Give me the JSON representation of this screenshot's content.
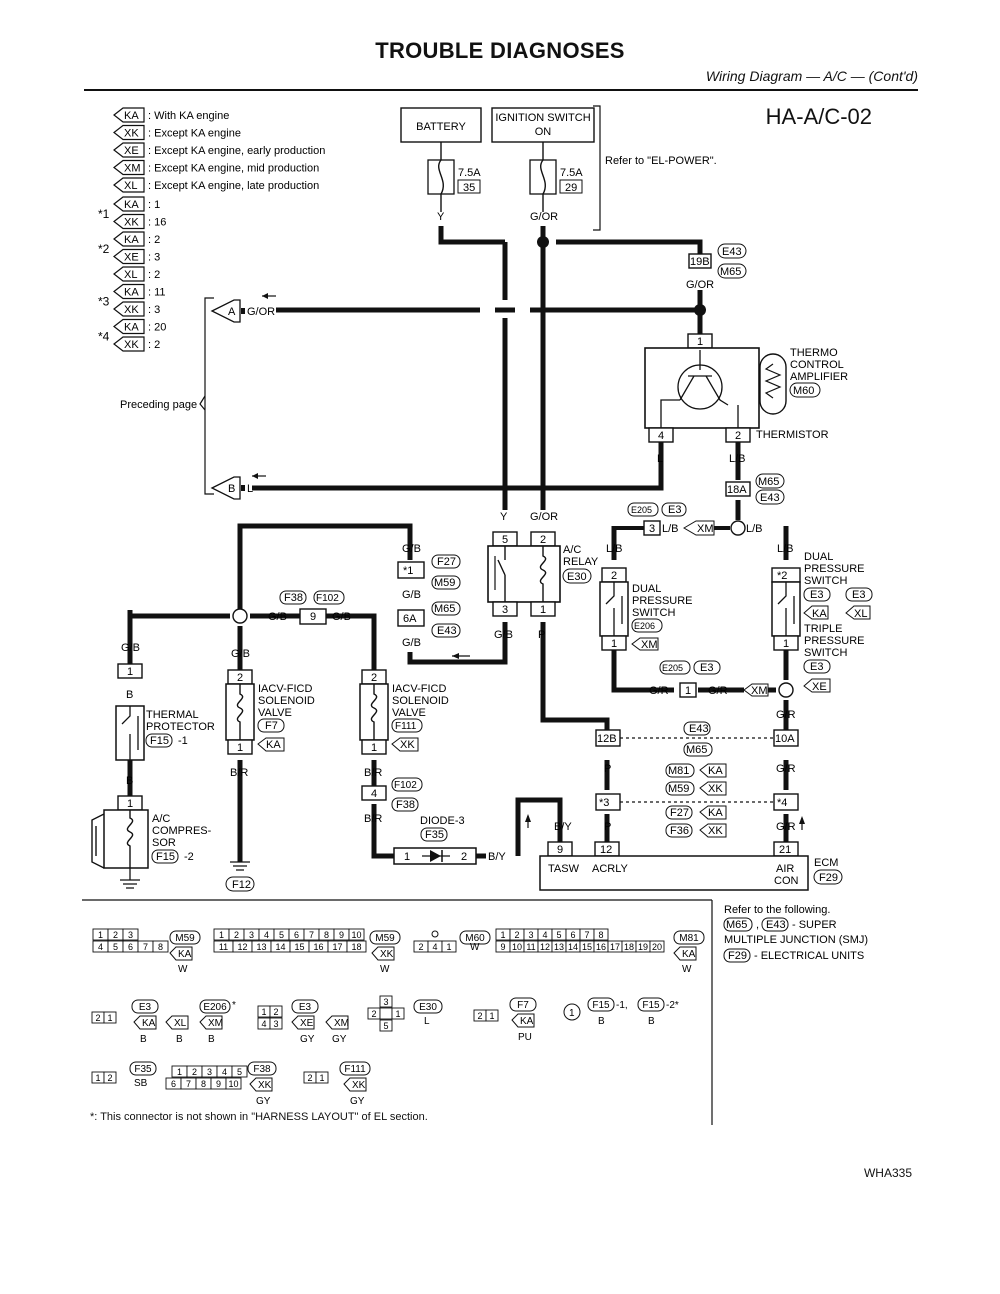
{
  "header": {
    "title": "TROUBLE DIAGNOSES",
    "subtitle": "Wiring Diagram — A/C — (Cont'd)",
    "diagram_id": "HA-A/C-02"
  },
  "legend": [
    {
      "badge": "KA",
      "text": ": With KA engine"
    },
    {
      "badge": "XK",
      "text": ": Except KA engine"
    },
    {
      "badge": "XE",
      "text": ": Except KA engine, early production"
    },
    {
      "badge": "XM",
      "text": ": Except KA engine, mid production"
    },
    {
      "badge": "XL",
      "text": ": Except KA engine, late production"
    }
  ],
  "star_groups": [
    {
      "mark": "*1",
      "rows": [
        {
          "badge": "KA",
          "text": ": 1"
        },
        {
          "badge": "XK",
          "text": ": 16"
        }
      ]
    },
    {
      "mark": "*2",
      "rows": [
        {
          "badge": "KA",
          "text": ": 2"
        },
        {
          "badge": "XE",
          "text": ": 3"
        },
        {
          "badge": "XL",
          "text": ": 2"
        }
      ]
    },
    {
      "mark": "*3",
      "rows": [
        {
          "badge": "KA",
          "text": ": 11"
        },
        {
          "badge": "XK",
          "text": ": 3"
        }
      ]
    },
    {
      "mark": "*4",
      "rows": [
        {
          "badge": "KA",
          "text": ": 20"
        },
        {
          "badge": "XK",
          "text": ": 2"
        }
      ]
    }
  ],
  "power": {
    "battery": "BATTERY",
    "ignition_line1": "IGNITION SWITCH",
    "ignition_line2": "ON",
    "fuse1_rating": "7.5A",
    "fuse1_no": "35",
    "fuse1_wire": "Y",
    "fuse2_rating": "7.5A",
    "fuse2_no": "29",
    "fuse2_wire": "G/OR",
    "refer": "Refer to \"EL-POWER\"."
  },
  "labels": {
    "preceding_page": "Preceding page",
    "conn_a": "A",
    "wire_a": "G/OR",
    "conn_b": "B",
    "wire_b": "L",
    "e43": "E43",
    "m65": "M65",
    "t19b": "19B",
    "w_gor": "G/OR",
    "thermo1": "THERMO",
    "thermo2": "CONTROL",
    "thermo3": "AMPLIFIER",
    "m60": "M60",
    "thermistor": "THERMISTOR",
    "pin1": "1",
    "pin2": "2",
    "pin3": "3",
    "pin4": "4",
    "pin5": "5",
    "pin9": "9",
    "pin12": "12",
    "pin21": "21",
    "w_l": "L",
    "w_lb": "L/B",
    "t18a": "18A",
    "e205": "E205",
    "e3": "E3",
    "xm": "XM",
    "xe": "XE",
    "xk": "XK",
    "xl": "XL",
    "ka": "KA",
    "w_y": "Y",
    "w_gb": "G/B",
    "w_p": "P",
    "w_gr": "G/R",
    "w_b": "B",
    "w_br": "B/R",
    "w_by": "B/Y",
    "relay1": "A/C",
    "relay2": "RELAY",
    "e30": "E30",
    "f27": "F27",
    "m59": "M59",
    "t6a": "6A",
    "star1": "*1",
    "f38": "F38",
    "f102": "F102",
    "dps1": "DUAL",
    "dps2": "PRESSURE",
    "dps3": "SWITCH",
    "e206": "E206",
    "dpsr1": "DUAL",
    "dpsr2": "PRESSURE",
    "dpsr3": "SWITCH",
    "star2": "*2",
    "tps1": "TRIPLE",
    "tps2": "PRESSURE",
    "tps3": "SWITCH",
    "iacv1": "IACV-FICD",
    "iacv2": "SOLENOID",
    "iacv3": "VALVE",
    "f7": "F7",
    "iacvb1": "IACV-FICD",
    "iacvb2": "SOLENOID",
    "iacvb3": "VALVE",
    "f111": "F111",
    "therm1": "THERMAL",
    "therm2": "PROTECTOR",
    "f15": "F15",
    "f15s1": "-1",
    "f15s2": "-2",
    "comp1": "A/C",
    "comp2": "COMPRES-",
    "comp3": "SOR",
    "f12": "F12",
    "diode": "DIODE-3",
    "f35": "F35",
    "t12b": "12B",
    "t10a": "10A",
    "m81": "M81",
    "f36": "F36",
    "star3": "*3",
    "star4": "*4",
    "tasw": "TASW",
    "acrly": "ACRLY",
    "air": "AIR",
    "con": "CON",
    "ecm": "ECM",
    "f29": "F29"
  },
  "refer_box": {
    "line1": "Refer to the following.",
    "m65": "M65",
    "e43": "E43",
    "smj": "- SUPER",
    "smj2": "MULTIPLE JUNCTION (SMJ)",
    "f29": "F29",
    "eu": "- ELECTRICAL UNITS"
  },
  "connectors": {
    "m59_top": [
      "1",
      "2",
      "3"
    ],
    "m59_bot": [
      "4",
      "5",
      "6",
      "7",
      "8"
    ],
    "m59": "M59",
    "m59_v": "KA",
    "m59_c": "W",
    "big_top": [
      "1",
      "2",
      "3",
      "4",
      "5",
      "6",
      "7",
      "8",
      "9",
      "10"
    ],
    "big_bot": [
      "11",
      "12",
      "13",
      "14",
      "15",
      "16",
      "17",
      "18"
    ],
    "big": "M59",
    "big_v": "XK",
    "big_c": "W",
    "m60_pins": [
      "2",
      "4",
      "1"
    ],
    "m60": "M60",
    "m60_c": "W",
    "m81_top": [
      "1",
      "2",
      "3",
      "4",
      "5",
      "6",
      "7",
      "8"
    ],
    "m81_bot": [
      "9",
      "10",
      "11",
      "12",
      "13",
      "14",
      "15",
      "16",
      "17",
      "18",
      "19",
      "20"
    ],
    "m81": "M81",
    "m81_v": "KA",
    "m81_c": "W",
    "e3": "E3",
    "e206": "E206",
    "e206_star": "*",
    "v_ka": "KA",
    "v_xl": "XL",
    "v_xm": "XM",
    "c_b": "B",
    "e3b": "E3",
    "v_xe": "XE",
    "v_xm2": "XM",
    "c_gy": "GY",
    "e30": "E30",
    "e30_c": "L",
    "f7": "F7",
    "f7_v": "KA",
    "f7_c": "PU",
    "f15a": "F15",
    "f15a_s": "-1,",
    "f15b": "F15",
    "f15b_s": "-2*",
    "f35": "F35",
    "f35_c": "SB",
    "f38": "F38",
    "f38_v": "XK",
    "f38_c": "GY",
    "f111": "F111",
    "f111_v": "XK",
    "f111_c": "GY"
  },
  "footnote": "*: This connector is not shown in \"HARNESS LAYOUT\" of EL section.",
  "figure_id": "WHA335"
}
